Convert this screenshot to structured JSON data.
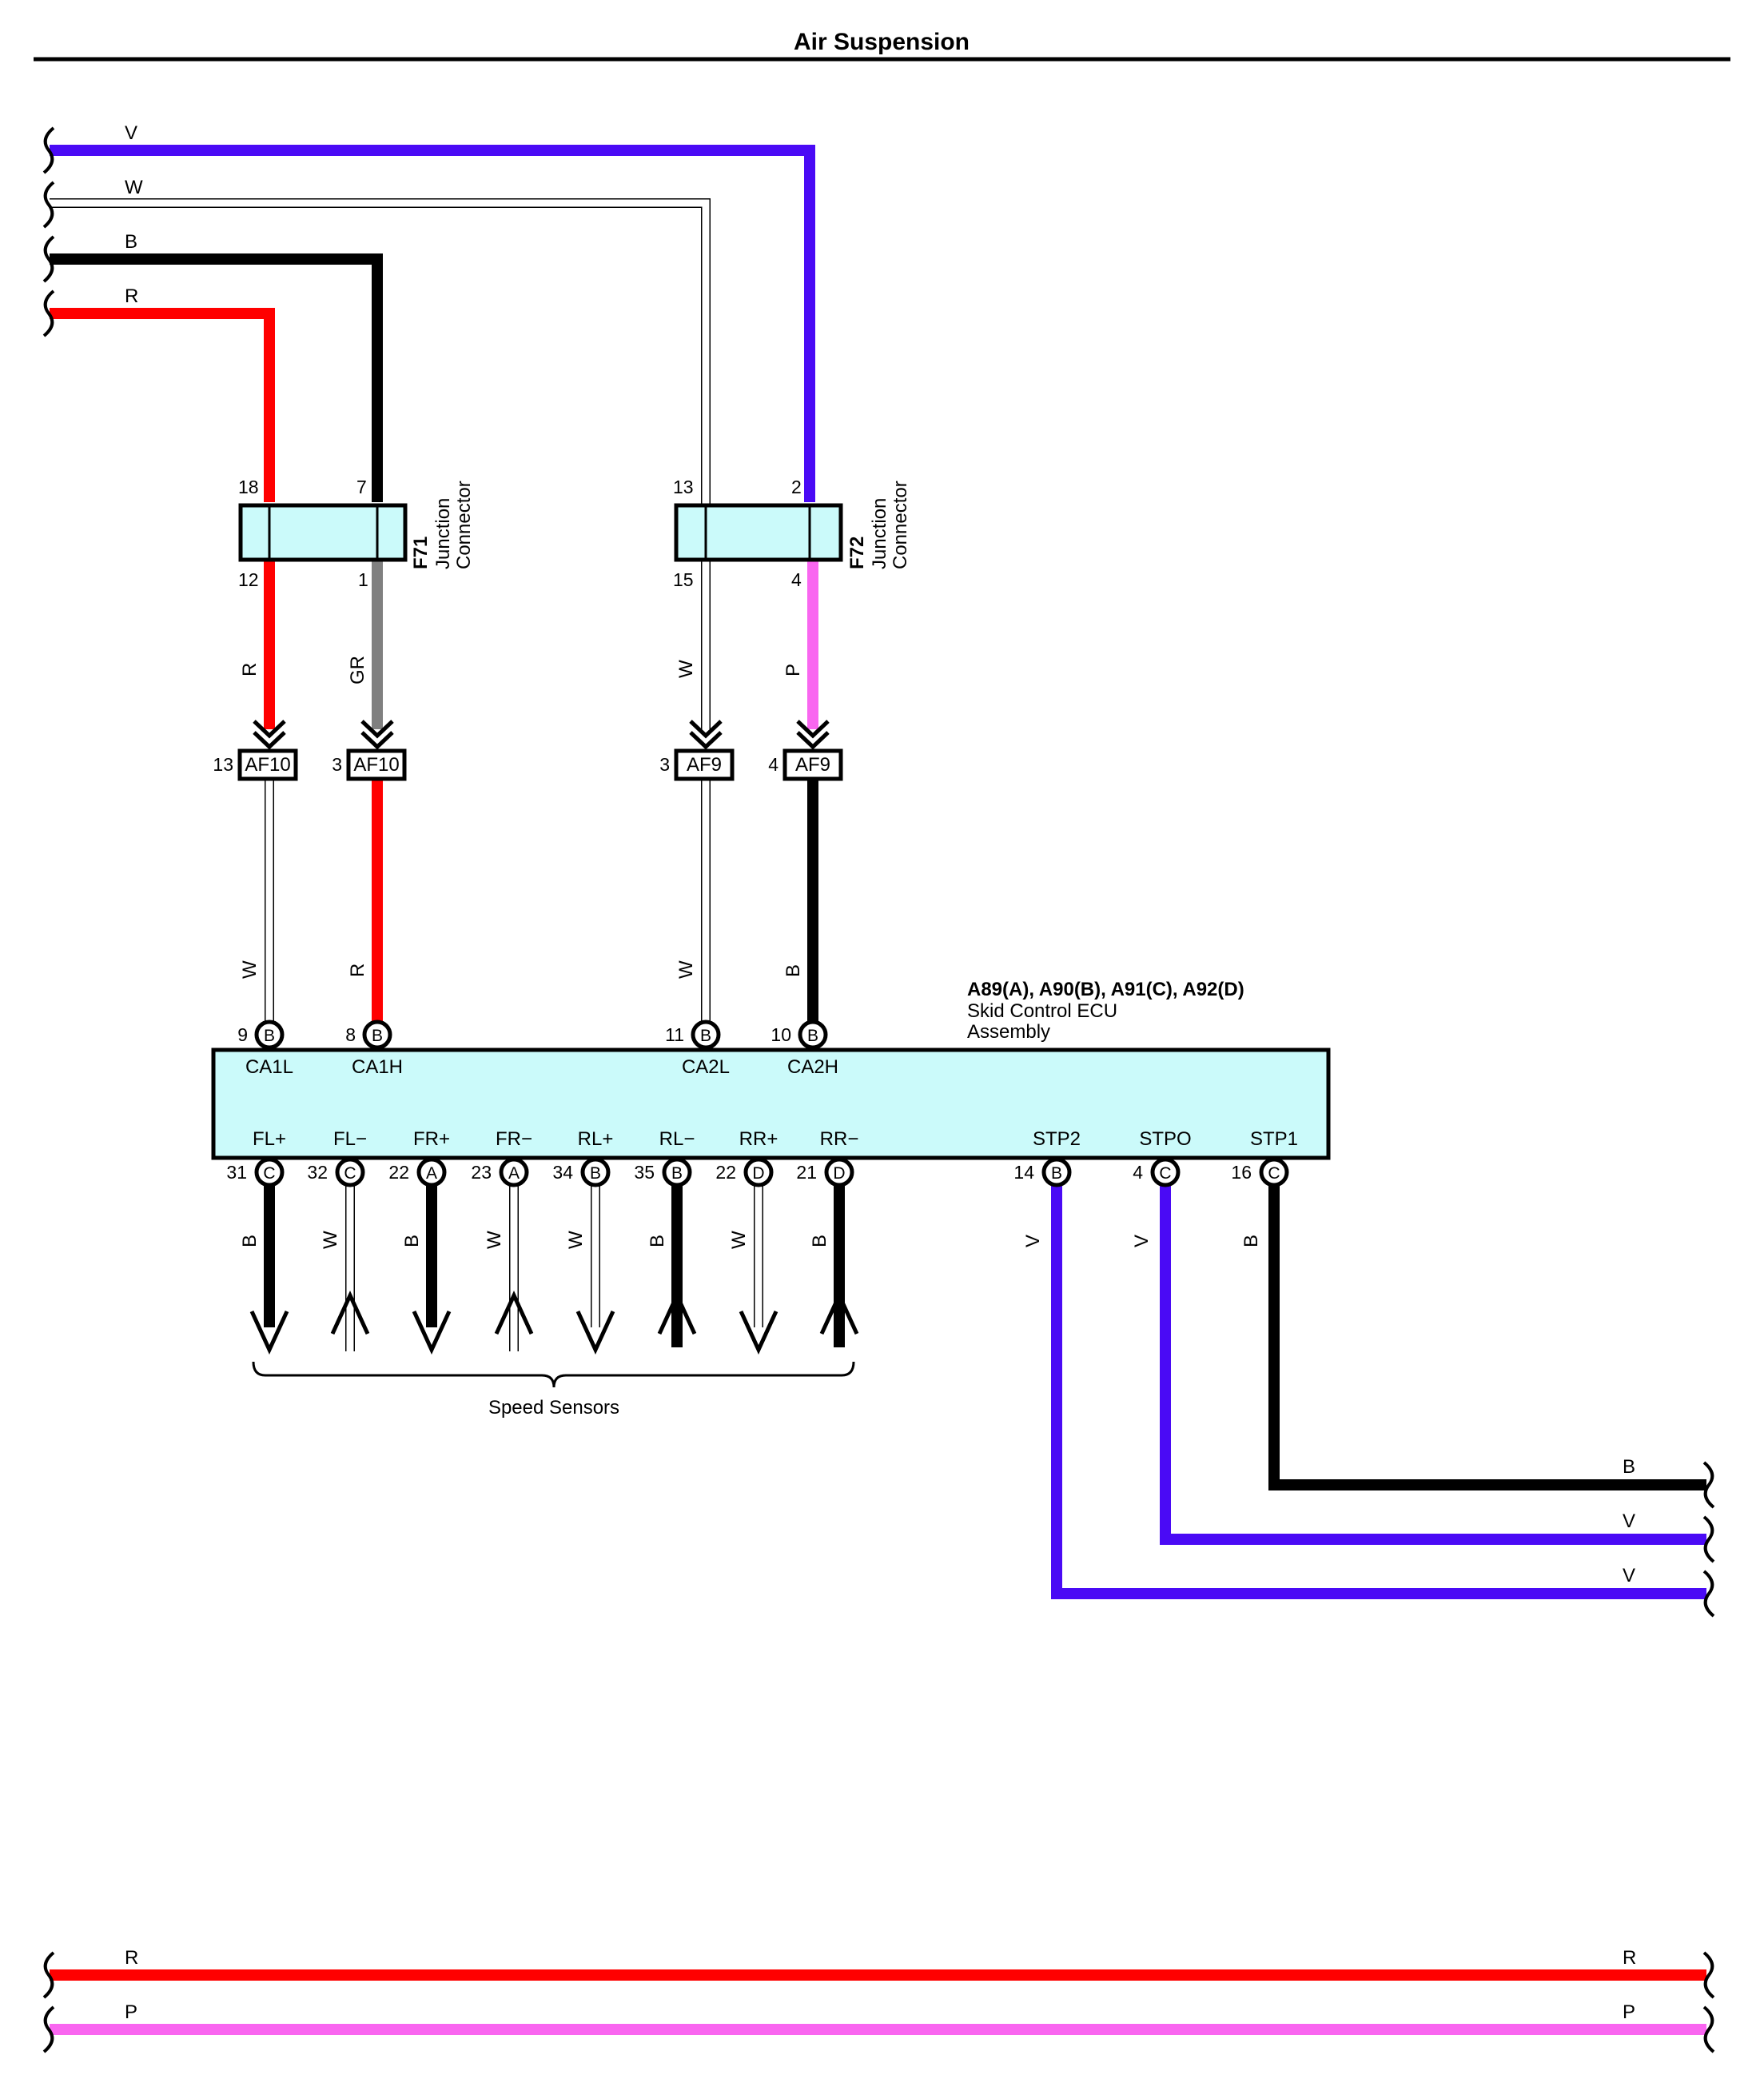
{
  "title": "Air Suspension",
  "colors": {
    "V": "#4a0af5",
    "W": "#ffffff",
    "B": "#000000",
    "R": "#ff0000",
    "GR": "#808080",
    "P": "#f966f0",
    "connector_fill": "#cbfafa"
  },
  "left_entry_wires": [
    {
      "color": "V"
    },
    {
      "color": "W"
    },
    {
      "color": "B"
    },
    {
      "color": "R"
    }
  ],
  "junction_connectors": [
    {
      "id": "F71",
      "name_lines": [
        "Junction",
        "Connector"
      ],
      "top_pins": [
        "18",
        "7"
      ],
      "bottom_pins": [
        "12",
        "1"
      ]
    },
    {
      "id": "F72",
      "name_lines": [
        "Junction",
        "Connector"
      ],
      "top_pins": [
        "13",
        "2"
      ],
      "bottom_pins": [
        "15",
        "4"
      ]
    }
  ],
  "mid_wires": [
    {
      "color": "R",
      "pin": "13",
      "connector": "AF10"
    },
    {
      "color": "GR",
      "pin": "3",
      "connector": "AF10"
    },
    {
      "color": "W",
      "pin": "3",
      "connector": "AF9"
    },
    {
      "color": "P",
      "pin": "4",
      "connector": "AF9"
    }
  ],
  "ecu": {
    "codes": "A89(A), A90(B), A91(C), A92(D)",
    "name_lines": [
      "Skid Control ECU",
      "Assembly"
    ],
    "top_terminals": [
      {
        "pin": "9",
        "conn": "B",
        "name": "CA1L",
        "wire": "W"
      },
      {
        "pin": "8",
        "conn": "B",
        "name": "CA1H",
        "wire": "R"
      },
      {
        "pin": "11",
        "conn": "B",
        "name": "CA2L",
        "wire": "W"
      },
      {
        "pin": "10",
        "conn": "B",
        "name": "CA2H",
        "wire": "B"
      }
    ],
    "bottom_terminals": [
      {
        "pin": "31",
        "conn": "C",
        "name": "FL+",
        "wire": "B",
        "arrow": "down"
      },
      {
        "pin": "32",
        "conn": "C",
        "name": "FL−",
        "wire": "W",
        "arrow": "up"
      },
      {
        "pin": "22",
        "conn": "A",
        "name": "FR+",
        "wire": "B",
        "arrow": "down"
      },
      {
        "pin": "23",
        "conn": "A",
        "name": "FR−",
        "wire": "W",
        "arrow": "up"
      },
      {
        "pin": "34",
        "conn": "B",
        "name": "RL+",
        "wire": "W",
        "arrow": "down"
      },
      {
        "pin": "35",
        "conn": "B",
        "name": "RL−",
        "wire": "B",
        "arrow": "up"
      },
      {
        "pin": "22",
        "conn": "D",
        "name": "RR+",
        "wire": "W",
        "arrow": "down"
      },
      {
        "pin": "21",
        "conn": "D",
        "name": "RR−",
        "wire": "B",
        "arrow": "up"
      },
      {
        "pin": "14",
        "conn": "B",
        "name": "STP2",
        "wire": "V"
      },
      {
        "pin": "4",
        "conn": "C",
        "name": "STPO",
        "wire": "V"
      },
      {
        "pin": "16",
        "conn": "C",
        "name": "STP1",
        "wire": "B"
      }
    ]
  },
  "speed_sensors_label": "Speed Sensors",
  "right_exit_wires": [
    {
      "color": "B"
    },
    {
      "color": "V"
    },
    {
      "color": "V"
    }
  ],
  "bottom_bus_wires": [
    {
      "color": "R"
    },
    {
      "color": "P"
    }
  ]
}
